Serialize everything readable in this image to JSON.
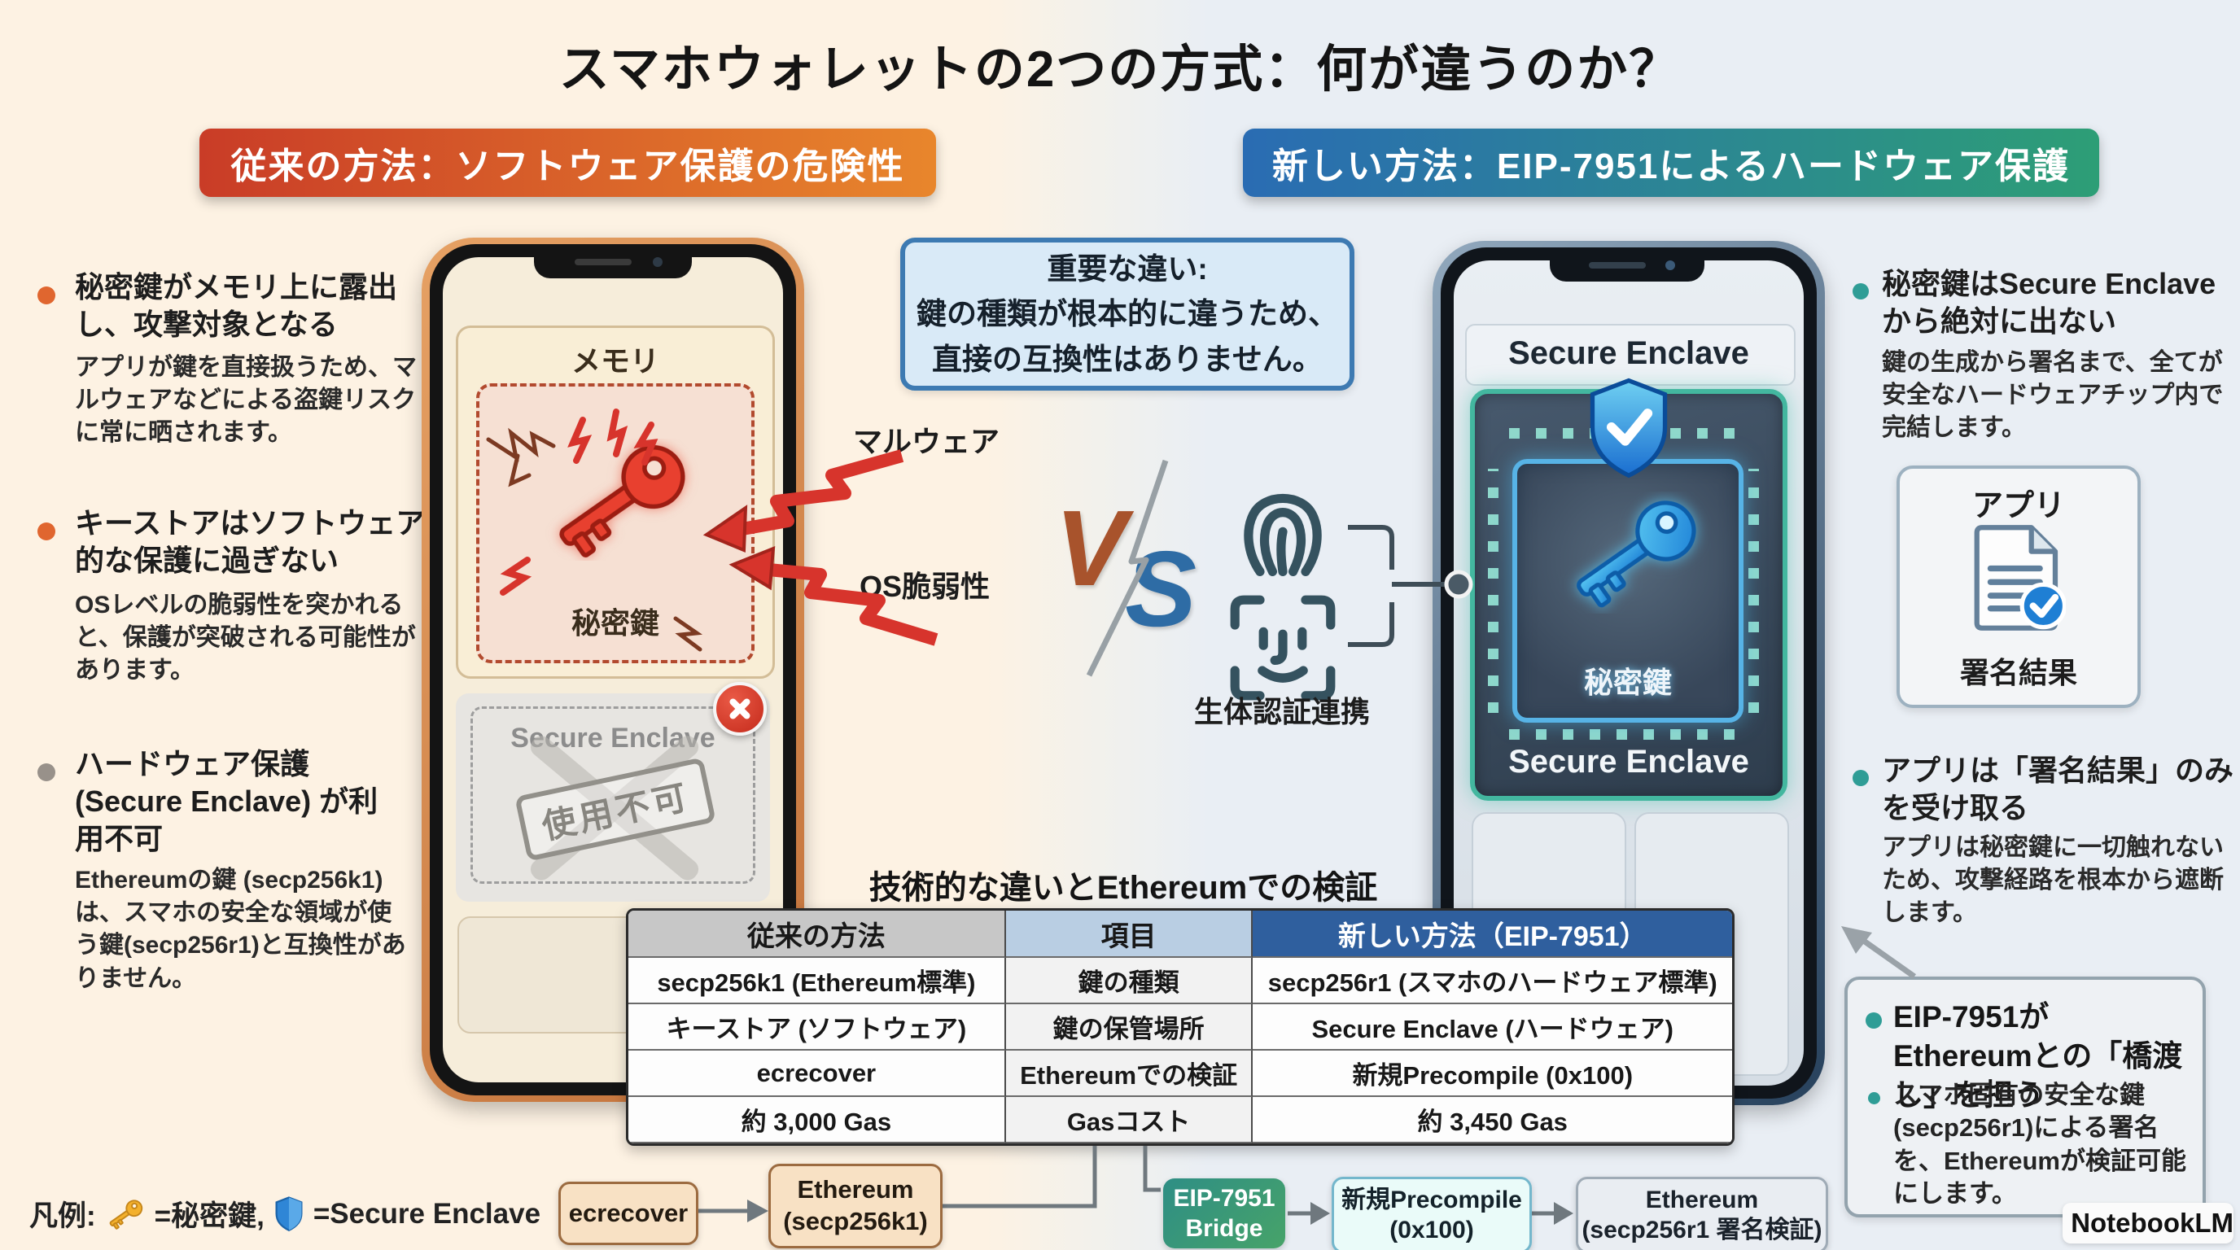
{
  "title": "スマホウォレットの2つの方式：何が違うのか？",
  "left": {
    "header": "従来の方法：ソフトウェア保護の危険性",
    "bullets": [
      {
        "title": "秘密鍵がメモリ上に露出し、攻撃対象となる",
        "body": "アプリが鍵を直接扱うため、マルウェアなどによる盗鍵リスクに常に晒されます。"
      },
      {
        "title": "キーストアはソフトウェア的な保護に過ぎない",
        "body": "OSレベルの脆弱性を突かれると、保護が突破される可能性があります。"
      },
      {
        "title": "ハードウェア保護 (Secure Enclave) が利用不可",
        "body": "Ethereumの鍵 (secp256k1)は、スマホの安全な領域が使う鍵(secp256r1)と互換性がありません。"
      }
    ],
    "phone": {
      "memory_label": "メモリ",
      "key_label": "秘密鍵",
      "malware_label": "マルウェア",
      "os_vuln_label": "OS脆弱性",
      "enclave_label": "Secure Enclave",
      "stamp_label": "使用不可"
    }
  },
  "center": {
    "note": "重要な違い:\n鍵の種類が根本的に違うため、\n直接の互換性はありません。",
    "vs_v": "V",
    "vs_s": "S",
    "biometric_label": "生体認証連携"
  },
  "right": {
    "header": "新しい方法：EIP-7951によるハードウェア保護",
    "phone": {
      "top_label": "Secure Enclave",
      "key_label": "秘密鍵",
      "chip_label": "Secure Enclave"
    },
    "bullets": [
      {
        "title": "秘密鍵はSecure Enclaveから絶対に出ない",
        "body": "鍵の生成から署名まで、全てが安全なハードウェアチップ内で完結します。"
      },
      {
        "title": "アプリは「署名結果」のみを受け取る",
        "body": "アプリは秘密鍵に一切触れないため、攻撃経路を根本から遮断します。"
      }
    ],
    "app_box": {
      "title": "アプリ",
      "result_label": "署名結果"
    },
    "bridge_box": {
      "title": "EIP-7951がEthereumとの「橋渡し」を担う",
      "body": "スマホ固有の安全な鍵(secp256r1)による署名を、Ethereumが検証可能にします。"
    }
  },
  "table": {
    "title": "技術的な違いとEthereumでの検証",
    "headers": [
      "従来の方法",
      "項目",
      "新しい方法（EIP-7951）"
    ],
    "rows": [
      [
        "secp256k1 (Ethereum標準)",
        "鍵の種類",
        "secp256r1 (スマホのハードウェア標準)"
      ],
      [
        "キーストア (ソフトウェア)",
        "鍵の保管場所",
        "Secure Enclave (ハードウェア)"
      ],
      [
        "ecrecover",
        "Ethereumでの検証",
        "新規Precompile (0x100)"
      ],
      [
        "約 3,000 Gas",
        "Gasコスト",
        "約 3,450 Gas"
      ]
    ]
  },
  "flows": {
    "ecrecover": "ecrecover",
    "eth_k1": "Ethereum\n(secp256k1)",
    "bridge": "EIP-7951\nBridge",
    "precompile": "新規Precompile\n(0x100)",
    "eth_r1": "Ethereum\n(secp256r1 署名検証)"
  },
  "legend": {
    "prefix": "凡例:",
    "key_label": "=秘密鍵,",
    "shield_label": "=Secure Enclave"
  },
  "footer": {
    "brand": "NotebookLM"
  }
}
